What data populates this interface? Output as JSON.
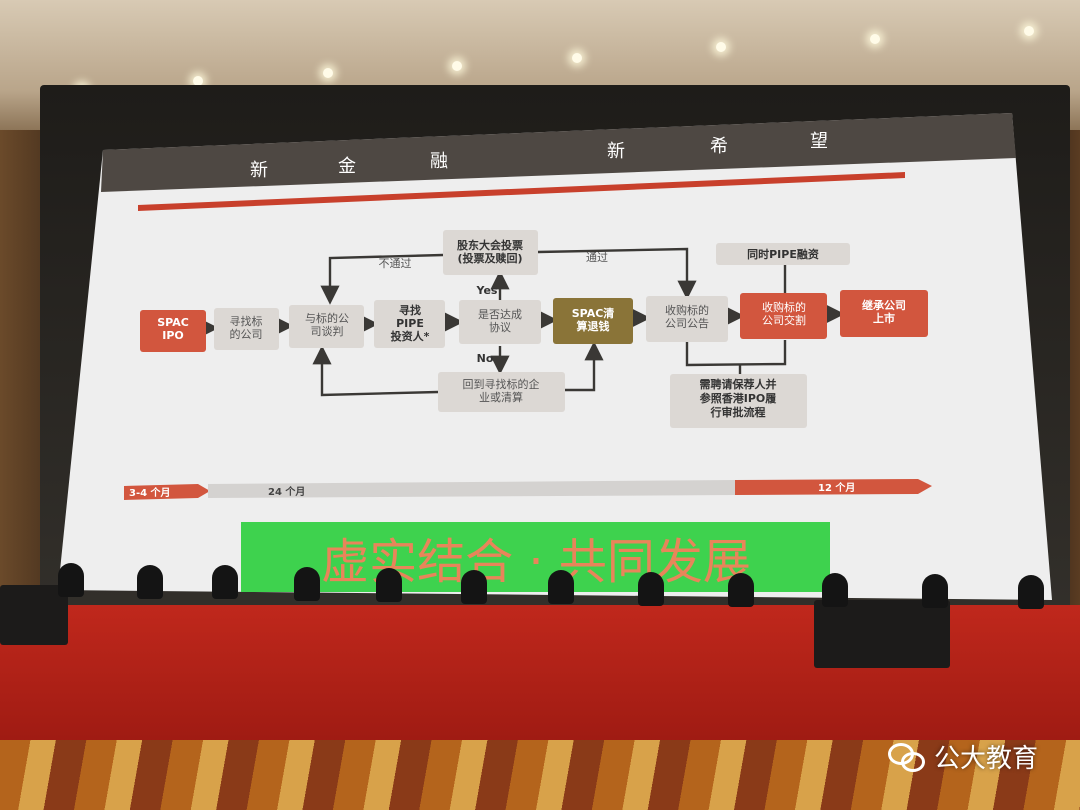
{
  "slide": {
    "header_left": [
      "新",
      "金",
      "融"
    ],
    "header_right": [
      "新",
      "希",
      "望"
    ]
  },
  "flow": {
    "spac_ipo": "SPAC\nIPO",
    "find_target": "寻找标\n的公司",
    "negotiate": "与标的公\n司谈判",
    "find_pipe": "寻找\nPIPE\n投资人*",
    "agreement": "是否达成\n协议",
    "spac_liquidate": "SPAC清\n算退钱",
    "announce": "收购标的\n公司公告",
    "deliver": "收购标的\n公司交割",
    "listed": "继承公司\n上市",
    "vote": "股东大会投票\n(投票及赎回)",
    "back_or_clear": "回到寻找标的企\n业或清算",
    "pipe_concurrent": "同时PIPE融资",
    "sponsor": "需聘请保荐人并\n参照香港IPO履\n行审批流程",
    "label_fail": "不通过",
    "label_pass": "通过",
    "label_yes": "Yes",
    "label_no": "No"
  },
  "timeline": {
    "t1": "3-4 个月",
    "t2": "24 个月",
    "t3": "12 个月"
  },
  "banner": {
    "text": "虚实结合 · 共同发展"
  },
  "watermark": {
    "text": "公大教育"
  },
  "colors": {
    "orange": "#d2563e",
    "gold": "#8a7438",
    "gray_box": "#dcd8d4",
    "header": "#4e4843",
    "banner_green": "#3ed24e",
    "banner_text": "#e8855a"
  }
}
